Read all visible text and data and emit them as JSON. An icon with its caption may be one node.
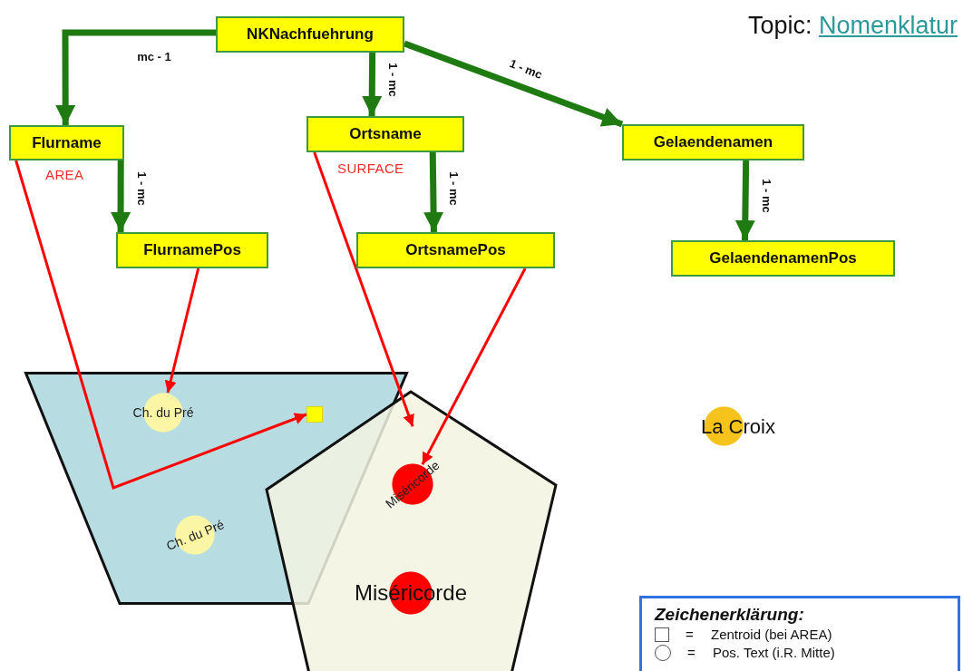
{
  "diagram": {
    "title": "Topic: Nomenklatur",
    "nodes": [
      {
        "text": [
          "NKNachfuehrung"
        ]
      },
      {
        "text": [
          "Flurname"
        ],
        "beside": [
          "AREA"
        ]
      },
      {
        "text": [
          "Ortsname"
        ],
        "beside": [
          "SURFACE"
        ]
      },
      {
        "text": [
          "Gelaendenamen"
        ]
      },
      {
        "text": [
          "FlurnamePos"
        ]
      },
      {
        "text": [
          "OrtsnamePos"
        ]
      },
      {
        "text": [
          "GelaendenamenPos"
        ]
      },
      {
        "text": [],
        "shape": "trapezoid"
      },
      {
        "text": [
          "Ch. du Pré"
        ],
        "in": 7
      },
      {
        "text": [],
        "shape": "box",
        "in": 7
      },
      {
        "text": [
          "Ch. du Pré"
        ],
        "in": 7
      },
      {
        "text": [],
        "shape": "pentagon"
      },
      {
        "text": [
          "Miséricorde"
        ],
        "in": 11
      },
      {
        "text": [
          "Miséricorde"
        ],
        "in": 11
      },
      {
        "text": [
          "La Croix"
        ]
      }
    ],
    "edges": [
      {
        "from": 0,
        "to": 1,
        "arrow": "to",
        "label": "mc - 1"
      },
      {
        "from": 0,
        "to": 2,
        "arrow": "to",
        "label": "1 - mc"
      },
      {
        "from": 0,
        "to": 3,
        "arrow": "to",
        "label": "1 - mc"
      },
      {
        "from": 1,
        "to": 4,
        "arrow": "to",
        "label": "1 - mc"
      },
      {
        "from": 2,
        "to": 5,
        "arrow": "to",
        "label": "1 - mc"
      },
      {
        "from": 3,
        "to": 6,
        "arrow": "to",
        "label": "1 - mc"
      },
      {
        "from": 1,
        "to": 9,
        "arrow": "to",
        "color": "#ff0000"
      },
      {
        "from": 4,
        "to": 8,
        "arrow": "to",
        "color": "#ff0000"
      },
      {
        "from": 2,
        "to": 11,
        "arrow": "to",
        "color": "#ff0000"
      },
      {
        "from": 5,
        "to": 12,
        "arrow": "to",
        "color": "#ff0000"
      }
    ],
    "labels": [
      "Zeichenerklärung:",
      "=",
      "="
    ],
    "legend": [
      {
        "text": "Zentroid (bei AREA)"
      },
      {
        "text": "Pos. Text (i.R. Mitte)"
      }
    ]
  }
}
